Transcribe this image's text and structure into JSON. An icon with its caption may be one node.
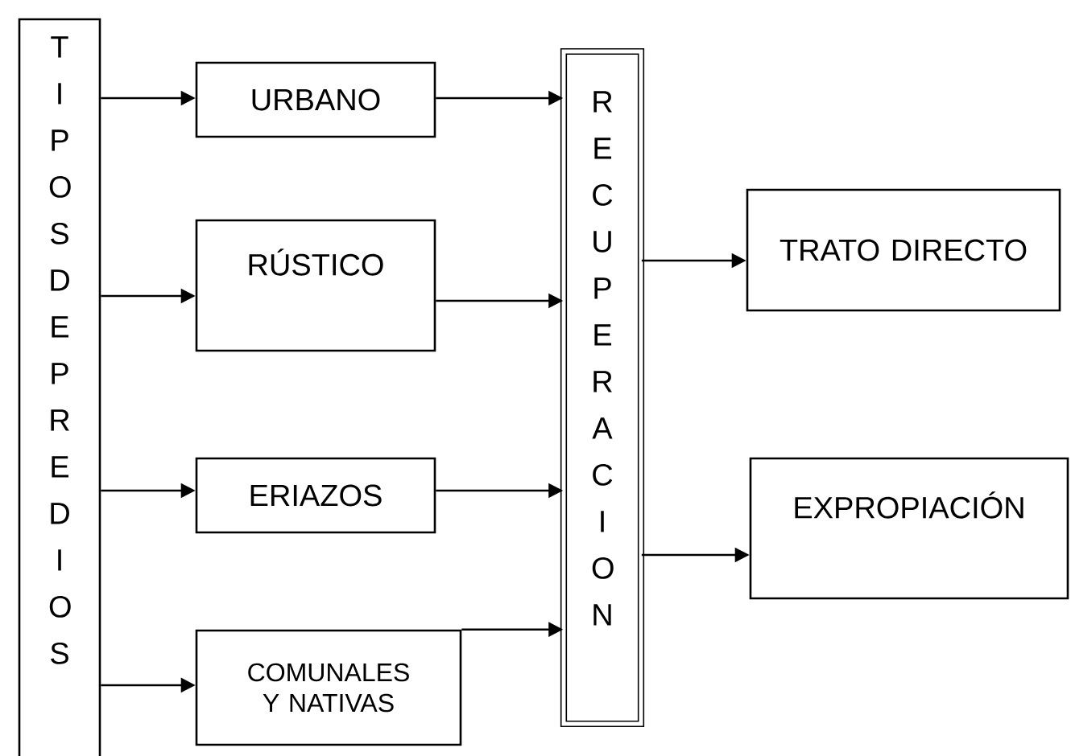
{
  "diagram": {
    "nodes": [
      {
        "text": [
          "TIPOS DE PREDIOS"
        ]
      },
      {
        "text": [
          "URBANO"
        ]
      },
      {
        "text": [
          "RÚSTICO"
        ]
      },
      {
        "text": [
          "ERIAZOS"
        ]
      },
      {
        "text": [
          "COMUNALES Y NATIVAS"
        ]
      },
      {
        "text": [
          "RECUPERACION"
        ]
      },
      {
        "text": [
          "TRATO DIRECTO"
        ]
      },
      {
        "text": [
          "EXPROPIACIÓN"
        ]
      }
    ],
    "edges": [
      {
        "from": 0,
        "to": 1,
        "arrow": "to"
      },
      {
        "from": 0,
        "to": 2,
        "arrow": "to"
      },
      {
        "from": 0,
        "to": 3,
        "arrow": "to"
      },
      {
        "from": 0,
        "to": 4,
        "arrow": "to"
      },
      {
        "from": 1,
        "to": 5,
        "arrow": "to"
      },
      {
        "from": 2,
        "to": 5,
        "arrow": "to"
      },
      {
        "from": 3,
        "to": 5,
        "arrow": "to"
      },
      {
        "from": 4,
        "to": 5,
        "arrow": "to"
      },
      {
        "from": 5,
        "to": 6,
        "arrow": "to"
      },
      {
        "from": 5,
        "to": 7,
        "arrow": "to"
      }
    ]
  }
}
